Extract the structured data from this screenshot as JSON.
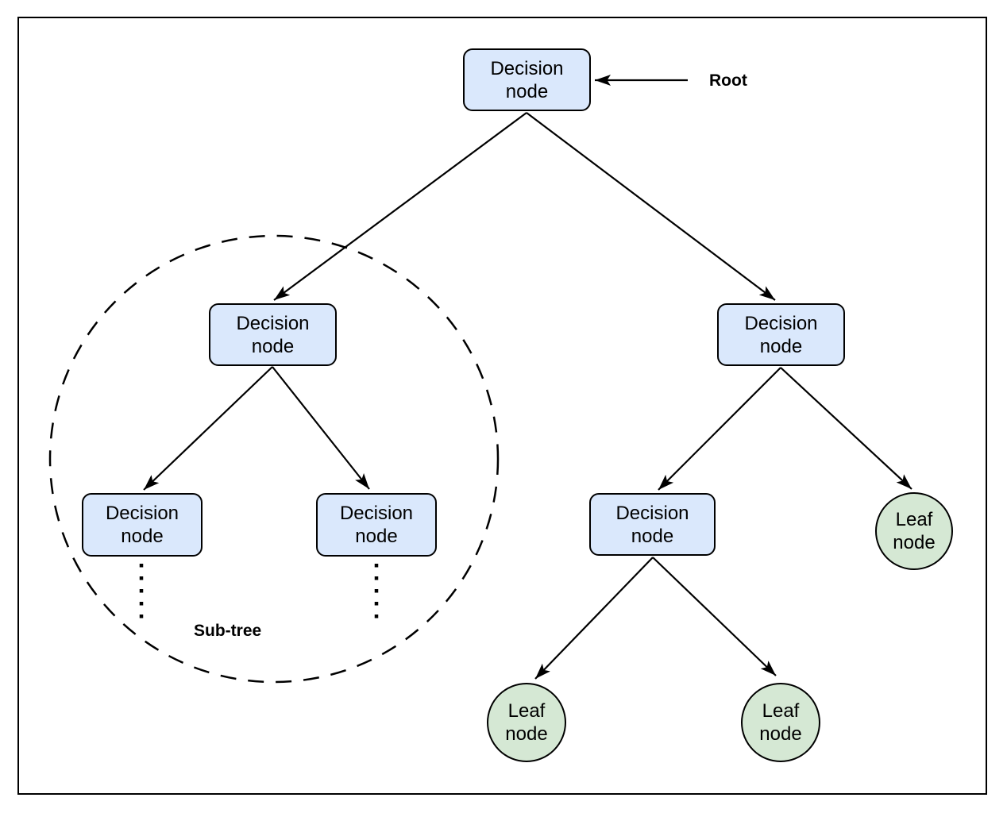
{
  "diagram": {
    "type": "decision-tree",
    "nodes": {
      "root": {
        "label": "Decision\nnode",
        "kind": "decision"
      },
      "mid_left": {
        "label": "Decision\nnode",
        "kind": "decision"
      },
      "mid_right": {
        "label": "Decision\nnode",
        "kind": "decision"
      },
      "sub_left": {
        "label": "Decision\nnode",
        "kind": "decision"
      },
      "sub_right": {
        "label": "Decision\nnode",
        "kind": "decision"
      },
      "bottom_mid": {
        "label": "Decision\nnode",
        "kind": "decision"
      },
      "leaf_right": {
        "label": "Leaf\nnode",
        "kind": "leaf"
      },
      "leaf_bottom_left": {
        "label": "Leaf\nnode",
        "kind": "leaf"
      },
      "leaf_bottom_right": {
        "label": "Leaf\nnode",
        "kind": "leaf"
      }
    },
    "edges": [
      {
        "from": "root",
        "to": "mid_left"
      },
      {
        "from": "root",
        "to": "mid_right"
      },
      {
        "from": "mid_left",
        "to": "sub_left"
      },
      {
        "from": "mid_left",
        "to": "sub_right"
      },
      {
        "from": "mid_right",
        "to": "bottom_mid"
      },
      {
        "from": "mid_right",
        "to": "leaf_right"
      },
      {
        "from": "bottom_mid",
        "to": "leaf_bottom_left"
      },
      {
        "from": "bottom_mid",
        "to": "leaf_bottom_right"
      }
    ],
    "annotations": {
      "root": "Root",
      "subtree": "Sub-tree"
    },
    "colors": {
      "decision_fill": "#dae8fc",
      "leaf_fill": "#d5e8d4",
      "stroke": "#000000",
      "background": "#ffffff"
    }
  }
}
